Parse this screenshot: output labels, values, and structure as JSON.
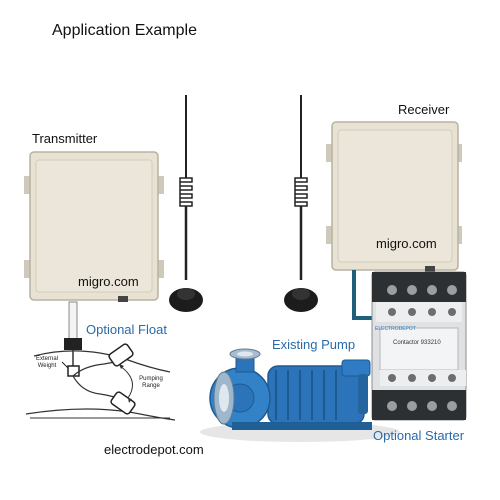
{
  "title": "Application Example",
  "transmitter": {
    "label": "Transmitter",
    "brand": "migro.com"
  },
  "receiver": {
    "label": "Receiver",
    "brand": "migro.com"
  },
  "float": {
    "label": "Optional Float",
    "weight_label": "External Weight",
    "range_label": "Pumping Range"
  },
  "pump": {
    "label": "Existing Pump"
  },
  "starter": {
    "label": "Optional Starter",
    "brand": "ELECTRODEPOT",
    "model": "Contactor 933210"
  },
  "footer": {
    "site": "electrodepot.com"
  },
  "colors": {
    "enclosure": "#e8e2d3",
    "cable": "#1f5f7a",
    "pump": "#2b74b9",
    "caption": "#2a6aa8"
  }
}
